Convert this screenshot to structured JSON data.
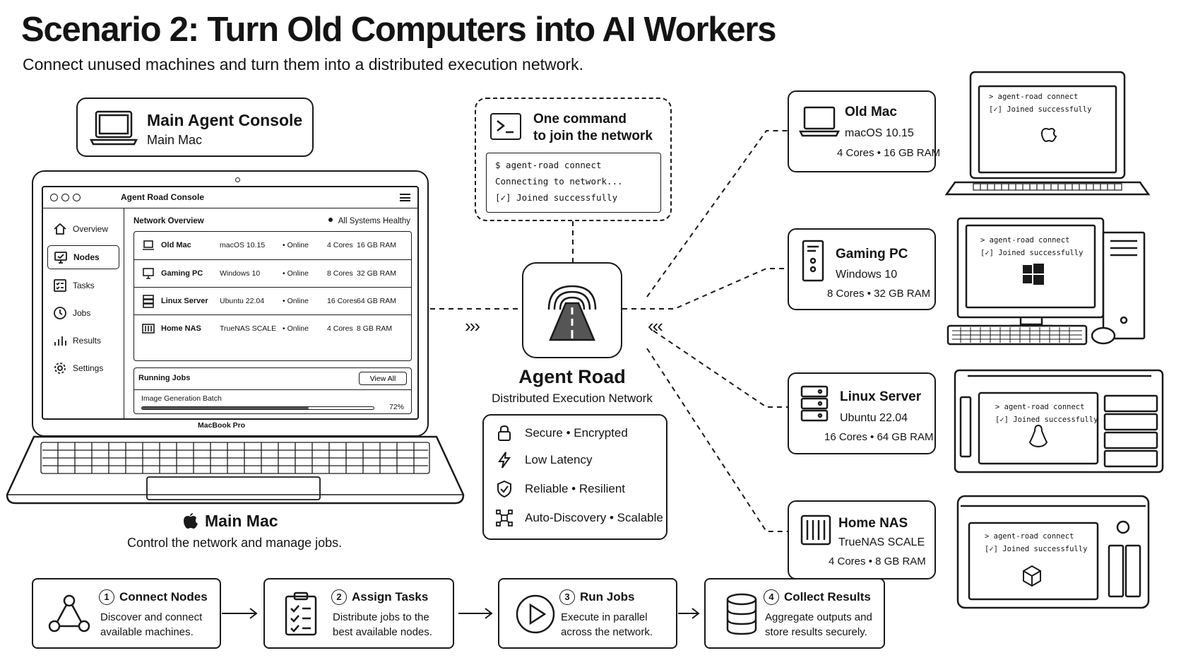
{
  "header": {
    "title": "Scenario 2: Turn Old Computers into AI Workers",
    "subtitle": "Connect unused machines and turn them into a distributed execution network."
  },
  "console_label": {
    "title": "Main Agent Console",
    "subtitle": "Main Mac"
  },
  "console_app": {
    "title": "Agent Road Console",
    "sidebar": [
      "Overview",
      "Nodes",
      "Tasks",
      "Jobs",
      "Results",
      "Settings"
    ],
    "network_overview": "Network Overview",
    "health": "All Systems Healthy",
    "nodes": [
      {
        "name": "Old Mac",
        "os": "macOS 10.15",
        "status": "Online",
        "cores": "4 Cores",
        "ram": "16 GB RAM"
      },
      {
        "name": "Gaming PC",
        "os": "Windows 10",
        "status": "Online",
        "cores": "8 Cores",
        "ram": "32 GB RAM"
      },
      {
        "name": "Linux Server",
        "os": "Ubuntu 22.04",
        "status": "Online",
        "cores": "16 Cores",
        "ram": "64 GB RAM"
      },
      {
        "name": "Home NAS",
        "os": "TrueNAS SCALE",
        "status": "Online",
        "cores": "4 Cores",
        "ram": "8 GB RAM"
      }
    ],
    "running_jobs": "Running Jobs",
    "view_all": "View All",
    "job_name": "Image Generation Batch",
    "job_progress_label": "72%",
    "job_progress": 0.72,
    "device_label": "MacBook Pro"
  },
  "main_mac": {
    "title": "Main Mac",
    "subtitle": "Control the network and manage jobs."
  },
  "command_box": {
    "line1": "One command",
    "line2": "to join the network",
    "terminal": [
      "$ agent-road connect",
      "Connecting to network...",
      "[✓] Joined successfully"
    ]
  },
  "hub": {
    "name": "Agent Road",
    "subtitle": "Distributed Execution Network",
    "features": [
      "Secure • Encrypted",
      "Low Latency",
      "Reliable • Resilient",
      "Auto-Discovery • Scalable"
    ],
    "arrows_left": "›››",
    "arrows_right": "‹‹‹"
  },
  "node_cards": [
    {
      "name": "Old Mac",
      "os": "macOS 10.15",
      "specs": "4 Cores • 16 GB RAM"
    },
    {
      "name": "Gaming PC",
      "os": "Windows 10",
      "specs": "8 Cores • 32 GB RAM"
    },
    {
      "name": "Linux Server",
      "os": "Ubuntu 22.04",
      "specs": "16 Cores • 64 GB RAM"
    },
    {
      "name": "Home NAS",
      "os": "TrueNAS SCALE",
      "specs": "4 Cores • 8 GB RAM"
    }
  ],
  "device_terminal": [
    "> agent-road connect",
    "[✓] Joined successfully"
  ],
  "steps": [
    {
      "num": "1",
      "title": "Connect Nodes",
      "line1": "Discover and connect",
      "line2": "available machines."
    },
    {
      "num": "2",
      "title": "Assign Tasks",
      "line1": "Distribute jobs to the",
      "line2": "best available nodes."
    },
    {
      "num": "3",
      "title": "Run Jobs",
      "line1": "Execute in parallel",
      "line2": "across the network."
    },
    {
      "num": "4",
      "title": "Collect Results",
      "line1": "Aggregate outputs and",
      "line2": "store results securely."
    }
  ],
  "icons": {
    "console": "laptop-icon",
    "command": "terminal-icon",
    "hub": "road-icon",
    "features": [
      "lock-icon",
      "lightning-icon",
      "shield-check-icon",
      "network-icon"
    ],
    "steps": [
      "graph-nodes-icon",
      "checklist-icon",
      "play-icon",
      "database-icon"
    ]
  }
}
